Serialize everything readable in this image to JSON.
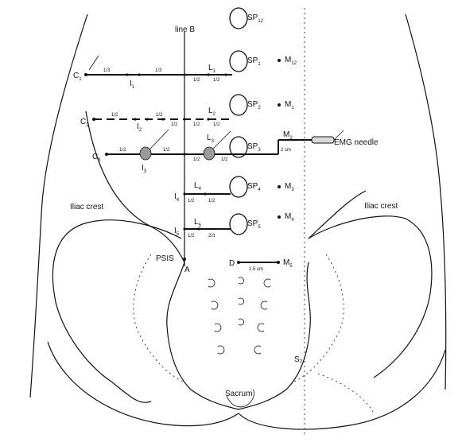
{
  "labels": {
    "line_b": "line B",
    "iliac_crest_left": "Iliac crest",
    "iliac_crest_right": "Iliac crest",
    "psis": "PSIS",
    "point_a": "A",
    "point_d": "D",
    "sacrum": "Sacrum",
    "emg_needle": "EMG needle",
    "s2": "S₂"
  },
  "points_c": [
    {
      "name": "C",
      "sub": "1"
    },
    {
      "name": "C",
      "sub": "2"
    },
    {
      "name": "C",
      "sub": "3"
    }
  ],
  "points_i": [
    {
      "name": "I",
      "sub": "1"
    },
    {
      "name": "I",
      "sub": "2"
    },
    {
      "name": "I",
      "sub": "3"
    },
    {
      "name": "I",
      "sub": "4"
    },
    {
      "name": "I",
      "sub": "5"
    }
  ],
  "points_l": [
    {
      "name": "L",
      "sub": "1"
    },
    {
      "name": "L",
      "sub": "2"
    },
    {
      "name": "L",
      "sub": "3"
    },
    {
      "name": "L",
      "sub": "4"
    },
    {
      "name": "L",
      "sub": "5"
    }
  ],
  "spinous_processes": [
    {
      "name": "SP",
      "sub": "12"
    },
    {
      "name": "SP",
      "sub": "1"
    },
    {
      "name": "SP",
      "sub": "2"
    },
    {
      "name": "SP",
      "sub": "3"
    },
    {
      "name": "SP",
      "sub": "4"
    },
    {
      "name": "SP",
      "sub": "5"
    }
  ],
  "midline_points": [
    {
      "name": "M",
      "sub": "12"
    },
    {
      "name": "M",
      "sub": "1"
    },
    {
      "name": "M",
      "sub": "2"
    },
    {
      "name": "M",
      "sub": "3"
    },
    {
      "name": "M",
      "sub": "4"
    },
    {
      "name": "M",
      "sub": "5"
    }
  ],
  "distance_marks": {
    "row1": [
      "1/3",
      "1/3",
      "1/2",
      "1/2"
    ],
    "row2": [
      "1/2",
      "1/2",
      "1/2",
      "1/2",
      "1/2"
    ],
    "row3": [
      "1/2",
      "1/2",
      "1/2",
      "1/2",
      "2 cm"
    ],
    "row4": [
      "1/2",
      "1/2"
    ],
    "row5": [
      "1/2",
      "2/3"
    ],
    "row_d": [
      "2.5 cm"
    ]
  }
}
